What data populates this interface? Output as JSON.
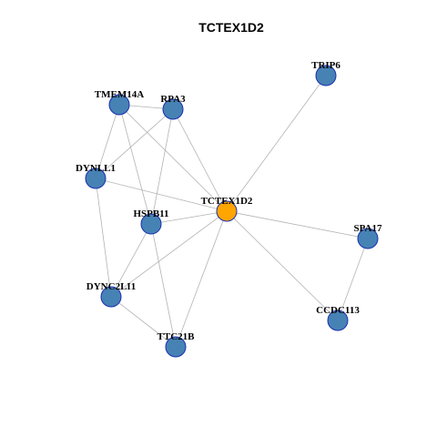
{
  "title": "TCTEX1D2",
  "colors": {
    "node_fill": "#4682b4",
    "center_fill": "#ffa500",
    "node_stroke": "#1a2fb0",
    "edge": "#b3b3b3"
  },
  "nodes": [
    {
      "id": "TCTEX1D2",
      "label": "TCTEX1D2",
      "center": true
    },
    {
      "id": "TRIP6",
      "label": "TRIP6"
    },
    {
      "id": "TMEM14A",
      "label": "TMEM14A"
    },
    {
      "id": "RPA3",
      "label": "RPA3"
    },
    {
      "id": "DYNLL1",
      "label": "DYNLL1"
    },
    {
      "id": "HSPB11",
      "label": "HSPB11"
    },
    {
      "id": "SPA17",
      "label": "SPA17"
    },
    {
      "id": "DYNC2LI1",
      "label": "DYNC2LI1"
    },
    {
      "id": "CCDC113",
      "label": "CCDC113"
    },
    {
      "id": "TTC21B",
      "label": "TTC21B"
    }
  ],
  "edges": [
    [
      "TCTEX1D2",
      "TRIP6"
    ],
    [
      "TCTEX1D2",
      "TMEM14A"
    ],
    [
      "TCTEX1D2",
      "RPA3"
    ],
    [
      "TCTEX1D2",
      "DYNLL1"
    ],
    [
      "TCTEX1D2",
      "HSPB11"
    ],
    [
      "TCTEX1D2",
      "SPA17"
    ],
    [
      "TCTEX1D2",
      "CCDC113"
    ],
    [
      "TCTEX1D2",
      "DYNC2LI1"
    ],
    [
      "TCTEX1D2",
      "TTC21B"
    ],
    [
      "TMEM14A",
      "RPA3"
    ],
    [
      "TMEM14A",
      "DYNLL1"
    ],
    [
      "TMEM14A",
      "HSPB11"
    ],
    [
      "RPA3",
      "DYNLL1"
    ],
    [
      "RPA3",
      "HSPB11"
    ],
    [
      "DYNLL1",
      "DYNC2LI1"
    ],
    [
      "HSPB11",
      "DYNC2LI1"
    ],
    [
      "HSPB11",
      "TTC21B"
    ],
    [
      "DYNC2LI1",
      "TTC21B"
    ],
    [
      "SPA17",
      "CCDC113"
    ]
  ]
}
